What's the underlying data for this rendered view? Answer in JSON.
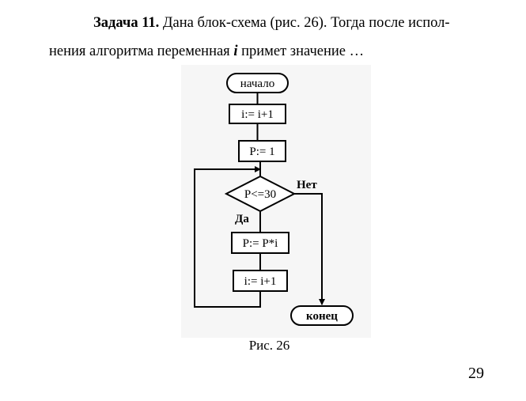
{
  "task": {
    "label": "Задача 11.",
    "text_part1": " Дана блок-схема (рис. 26). Тогда после испол-",
    "text_part2": "нения алгоритма переменная ",
    "variable": "i",
    "text_part3": " примет значение …"
  },
  "flowchart": {
    "start": "начало",
    "step1": "i:= i+1",
    "step2": "P:= 1",
    "condition": "P<=30",
    "no_label": "Нет",
    "yes_label": "Да",
    "step3": "P:= P*i",
    "step4": "i:= i+1",
    "end": "конец"
  },
  "figure_caption": "Рис. 26",
  "page_number": "29"
}
